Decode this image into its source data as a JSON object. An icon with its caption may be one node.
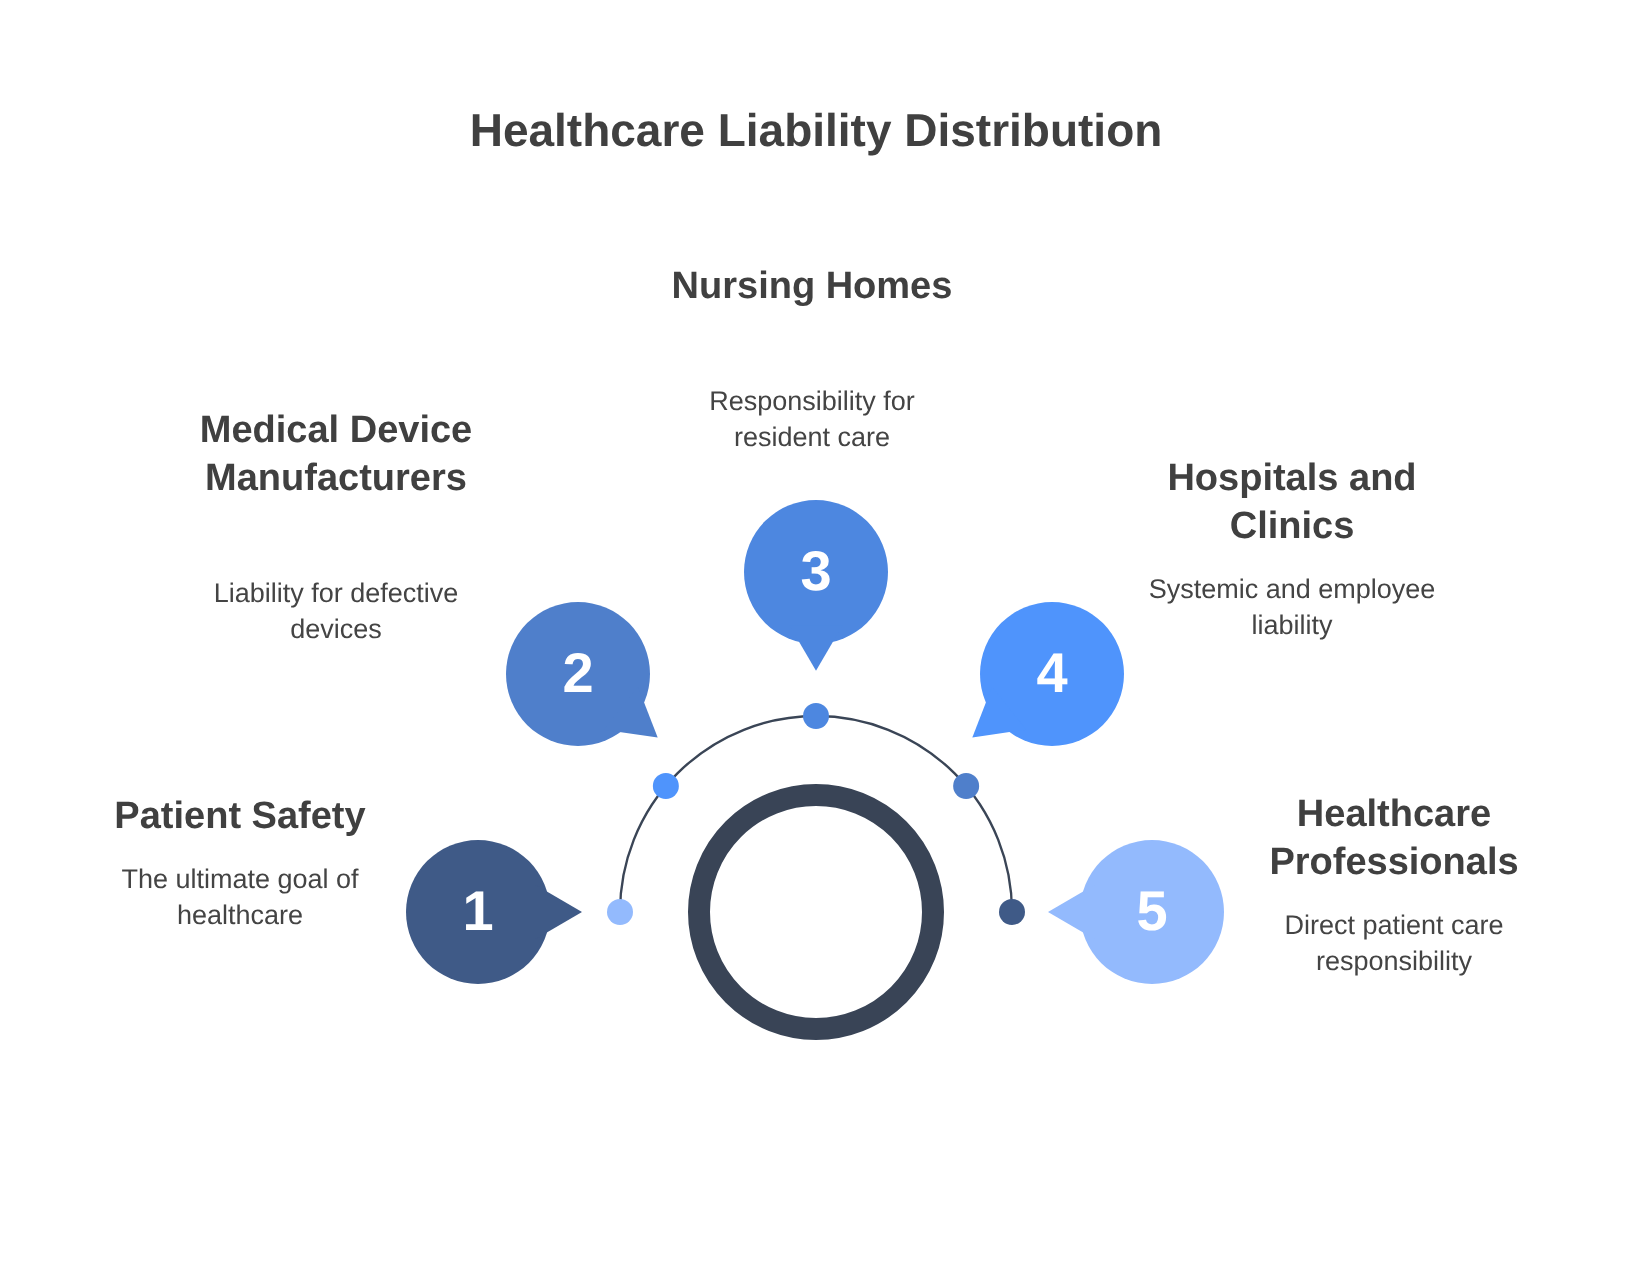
{
  "diagram": {
    "title": "Healthcare Liability Distribution",
    "nodes": [
      {
        "text": [
          "1"
        ],
        "beside": [
          "Patient Safety",
          "The ultimate goal of healthcare"
        ]
      },
      {
        "text": [
          "2"
        ],
        "beside": [
          "Medical Device Manufacturers",
          "Liability for defective devices"
        ]
      },
      {
        "text": [
          "3"
        ],
        "beside": [
          "Nursing Homes",
          "Responsibility for resident care"
        ]
      },
      {
        "text": [
          "4"
        ],
        "beside": [
          "Hospitals and Clinics",
          "Systemic and employee liability"
        ]
      },
      {
        "text": [
          "5"
        ],
        "beside": [
          "Healthcare Professionals",
          "Direct patient care responsibility"
        ]
      },
      {
        "text": [],
        "shape": "circle"
      }
    ]
  }
}
